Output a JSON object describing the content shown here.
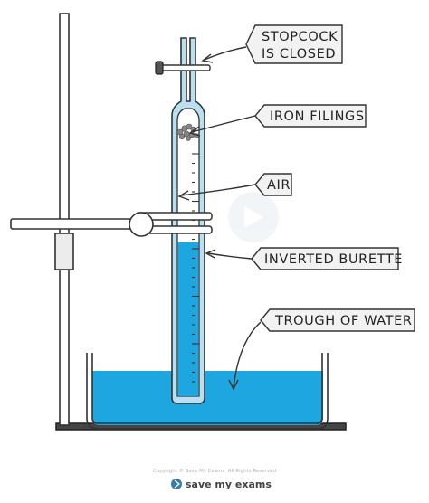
{
  "labels": {
    "stopcock_line1": "STOPCOCK",
    "stopcock_line2": "IS CLOSED",
    "iron_filings": "IRON FILINGS",
    "air": "AIR",
    "inverted_burette": "INVERTED BURETTE",
    "trough": "TROUGH OF WATER"
  },
  "footer": {
    "copyright": "Copyright © Save My Exams. All Rights Reserved",
    "brand": "save my exams"
  },
  "colors": {
    "water": "#1ea6e0",
    "glass": "#b8dff2",
    "outline": "#333333",
    "filings": "#888888",
    "label_bg": "#f2f2f2"
  }
}
